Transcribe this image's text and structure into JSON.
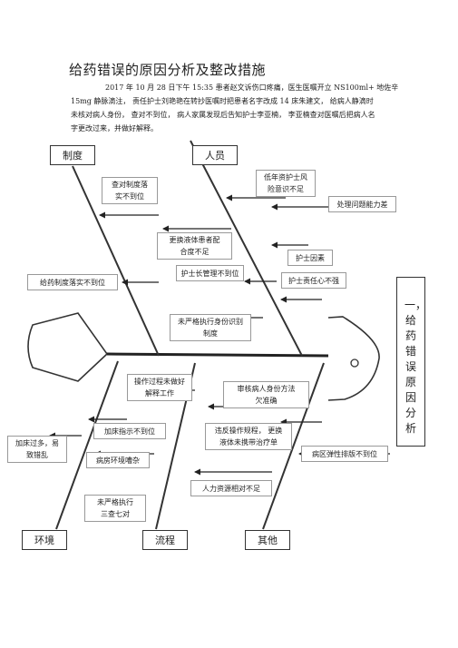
{
  "title": "给药错误的原因分析及整改措施",
  "paragraph_lines": [
    "2017 年 10 月 28 日下午 15:35 患者赵文诉伤口疼痛，医生医嘱开立 NS100ml+ 地佐辛",
    "15mg 静脉滴注， 责任护士刘艳艳在转抄医嘱时把患者名字改成 14 床朱建文， 给病人静滴时",
    "未核对病人身份， 查对不到位， 病人家属发现后告知护士李亚楠， 李亚楠查对医嘱后把病人名",
    "字更改过来，并做好解释。"
  ],
  "categories": {
    "policy": "制度",
    "personnel": "人员",
    "environment": "环境",
    "process": "流程",
    "other": "其他"
  },
  "causes": {
    "c1": "查对制度落\n实不到位",
    "c2": "给药制度落实不到位",
    "c3": "更换液体患者配\n合度不足",
    "c4": "低年资护士风\n险意识不足",
    "c5": "处理问题能力差",
    "c6": "护士因素",
    "c7": "护士长管理不到位",
    "c8": "护士责任心不强",
    "c9": "未严格执行身份识别\n制度",
    "c10": "操作过程未做好\n解释工作",
    "c11": "审核病人身份方法\n欠准确",
    "c12": "加床指示不到位",
    "c13": "加床过多，易\n致错乱",
    "c14": "违反操作规程， 更换\n液体未携带治疗单",
    "c15": "病房环境嘈杂",
    "c16": "病区弹性排版不到位",
    "c17": "人力资源相对不足",
    "c18": "未严格执行\n三查七对"
  },
  "side_label": "一，给药错误原因分析"
}
